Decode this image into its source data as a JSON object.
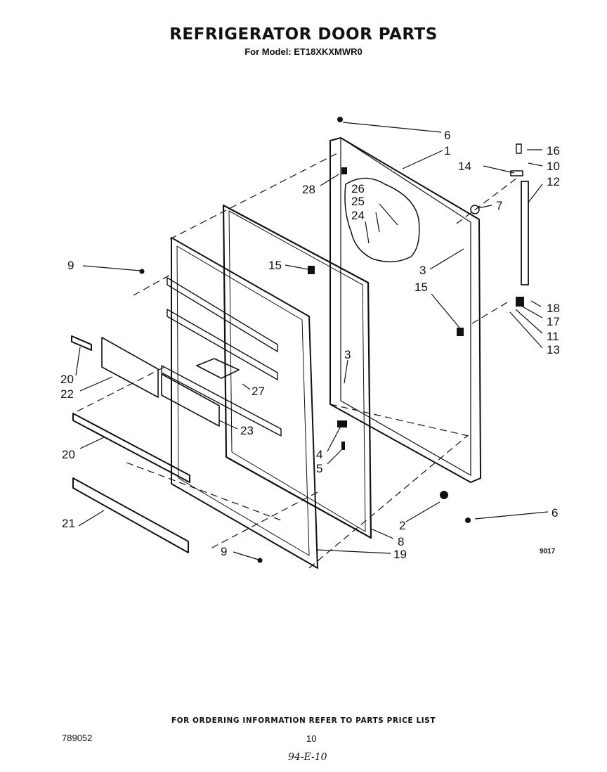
{
  "title": "REFRIGERATOR DOOR PARTS",
  "subtitle": "For Model: ET18XKXMWR0",
  "figure_code": "9017",
  "footer_note": "FOR ORDERING INFORMATION REFER TO PARTS PRICE LIST",
  "doc_number": "789052",
  "page_number": "10",
  "handwritten_mark": "94-E-10",
  "callouts": [
    "6",
    "1",
    "16",
    "10",
    "14",
    "12",
    "7",
    "28",
    "26",
    "25",
    "24",
    "3",
    "15",
    "18",
    "17",
    "11",
    "13",
    "3",
    "4",
    "5",
    "2",
    "6",
    "8",
    "19",
    "9",
    "15",
    "9",
    "20",
    "22",
    "27",
    "23",
    "20",
    "21"
  ]
}
